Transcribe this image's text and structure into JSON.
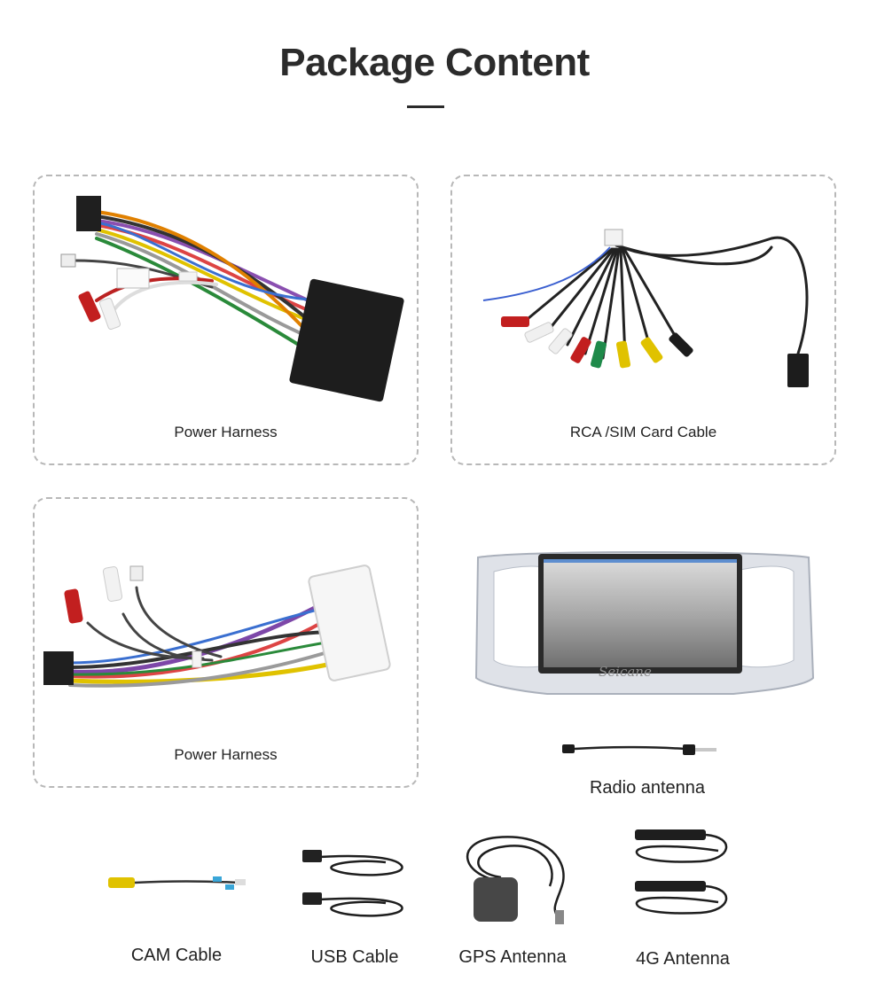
{
  "header": {
    "title": "Package Content"
  },
  "items": [
    {
      "caption": "Power Harness"
    },
    {
      "caption": "RCA /SIM Card Cable"
    },
    {
      "caption": "Power Harness"
    },
    {
      "caption": "Radio antenna",
      "screen_brand": "Seicane"
    },
    {
      "caption": "CAM Cable"
    },
    {
      "caption": "USB Cable"
    },
    {
      "caption": "GPS Antenna"
    },
    {
      "caption": "4G Antenna"
    }
  ]
}
